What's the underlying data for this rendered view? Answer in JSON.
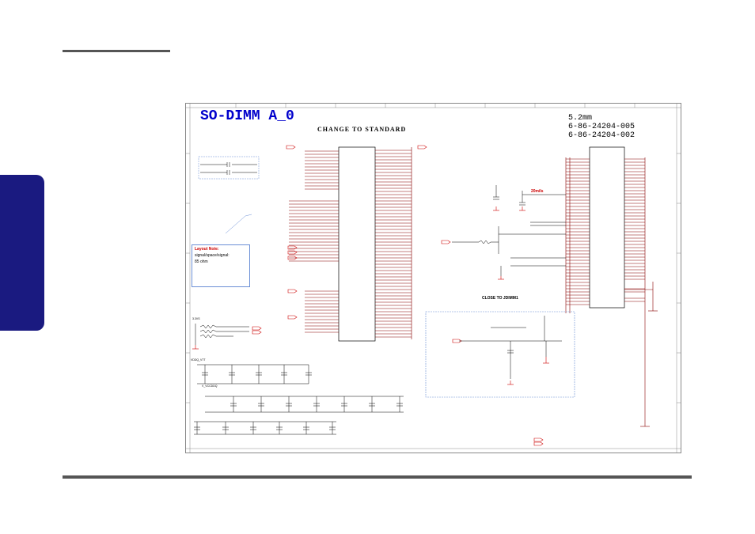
{
  "page": {
    "side_tab_color": "#1a1a80",
    "rule_color": "#555555"
  },
  "schematic": {
    "title": "SO-DIMM A_0",
    "part_height": "5.2mm",
    "part_numbers": [
      "6-86-24204-005",
      "6-86-24204-002"
    ],
    "change_note": "CHANGE TO STANDARD",
    "close_note": "CLOSE TO JDIMM1",
    "layout_note": {
      "heading": "Layout Note:",
      "line1": "signal/space/signal:",
      "line2": "85 ohm"
    },
    "trace_label": "20mils",
    "net_labels": {
      "vddq_vtt": "VDDQ_VTT",
      "v_vccddq": "V_VCCDDQ",
      "v3p3": "3.3VS"
    },
    "colors": {
      "title": "#0000cc",
      "nets": "#cc0000",
      "wires": "#880000",
      "components": "#000000",
      "dashed_box": "#6b8fd6"
    }
  }
}
